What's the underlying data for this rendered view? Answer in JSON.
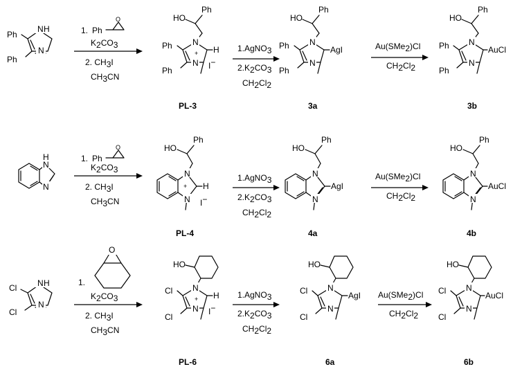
{
  "rows": [
    {
      "start": {
        "subs": [
          "Ph",
          "Ph"
        ],
        "nh": "H",
        "n": "N"
      },
      "step1": {
        "l1_prefix": "1.",
        "l1_sub": "Ph",
        "l2": "K",
        "l2_sub": "2",
        "l2_end": "CO",
        "l2_sub2": "3",
        "l3": "2. CH",
        "l3_sub": "3",
        "l3_end": "I",
        "l4": "CH",
        "l4_sub": "3",
        "l4_end": "CN"
      },
      "salt": {
        "sub_top": "HO",
        "sub_ph": "Ph",
        "ring_subs": [
          "Ph",
          "Ph"
        ],
        "plus": "+",
        "h": "H",
        "iodide": "I",
        "iodide_sup": "−",
        "label": "PL-3"
      },
      "step2": {
        "l1": "1.AgNO",
        "l1_sub": "3",
        "l2": "2.K",
        "l2_sub": "2",
        "l2_end": "CO",
        "l2_sub2": "3",
        "l3": "CH",
        "l3_sub": "2",
        "l3_end": "Cl",
        "l3_sub2": "2"
      },
      "ag": {
        "sub_top": "HO",
        "sub_ph": "Ph",
        "ring_subs": [
          "Ph",
          "Ph"
        ],
        "metal": "AgI",
        "label": "3a"
      },
      "step3": {
        "l1": "Au(SMe",
        "l1_sub": "2",
        "l1_end": ")Cl",
        "l2": "CH",
        "l2_sub": "2",
        "l2_end": "Cl",
        "l2_sub2": "2"
      },
      "au": {
        "sub_top": "HO",
        "sub_ph": "Ph",
        "ring_subs": [
          "Ph",
          "Ph"
        ],
        "metal": "AuCl",
        "label": "3b"
      }
    },
    {
      "start": {
        "nh": "H",
        "n": "N"
      },
      "step1": {
        "l1_prefix": "1.",
        "l1_sub": "Ph",
        "l2": "K",
        "l2_sub": "2",
        "l2_end": "CO",
        "l2_sub2": "3",
        "l3": "2. CH",
        "l3_sub": "3",
        "l3_end": "I",
        "l4": "CH",
        "l4_sub": "3",
        "l4_end": "CN"
      },
      "salt": {
        "sub_top": "HO",
        "sub_ph": "Ph",
        "plus": "+",
        "h": "H",
        "iodide": "I",
        "iodide_sup": "−",
        "label": "PL-4"
      },
      "step2": {
        "l1": "1.AgNO",
        "l1_sub": "3",
        "l2": "2.K",
        "l2_sub": "2",
        "l2_end": "CO",
        "l2_sub2": "3",
        "l3": "CH",
        "l3_sub": "2",
        "l3_end": "Cl",
        "l3_sub2": "2"
      },
      "ag": {
        "sub_top": "HO",
        "sub_ph": "Ph",
        "metal": "AgI",
        "label": "4a"
      },
      "step3": {
        "l1": "Au(SMe",
        "l1_sub": "2",
        "l1_end": ")Cl",
        "l2": "CH",
        "l2_sub": "2",
        "l2_end": "Cl",
        "l2_sub2": "2"
      },
      "au": {
        "sub_top": "HO",
        "sub_ph": "Ph",
        "metal": "AuCl",
        "label": "4b"
      }
    },
    {
      "start": {
        "subs": [
          "Cl",
          "Cl"
        ],
        "nh": "H",
        "n": "N"
      },
      "step1": {
        "l0": "O",
        "l1_prefix": "1.",
        "l2": "K",
        "l2_sub": "2",
        "l2_end": "CO",
        "l2_sub2": "3",
        "l3": "2. CH",
        "l3_sub": "3",
        "l3_end": "I",
        "l4": "CH",
        "l4_sub": "3",
        "l4_end": "CN"
      },
      "salt": {
        "sub_top": "HO",
        "ring_subs": [
          "Cl",
          "Cl"
        ],
        "plus": "+",
        "h": "H",
        "iodide": "I",
        "iodide_sup": "−",
        "label": "PL-6"
      },
      "step2": {
        "l1": "1.AgNO",
        "l1_sub": "3",
        "l2": "2.K",
        "l2_sub": "2",
        "l2_end": "CO",
        "l2_sub2": "3",
        "l3": "CH",
        "l3_sub": "2",
        "l3_end": "Cl",
        "l3_sub2": "2"
      },
      "ag": {
        "sub_top": "HO",
        "ring_subs": [
          "Cl",
          "Cl"
        ],
        "metal": "AgI",
        "label": "6a"
      },
      "step3": {
        "l1": "Au(SMe",
        "l1_sub": "2",
        "l1_end": ")Cl",
        "l2": "CH",
        "l2_sub": "2",
        "l2_end": "Cl",
        "l2_sub2": "2"
      },
      "au": {
        "sub_top": "HO",
        "ring_subs": [
          "Cl",
          "Cl"
        ],
        "metal": "AuCl",
        "label": "6b"
      }
    }
  ]
}
